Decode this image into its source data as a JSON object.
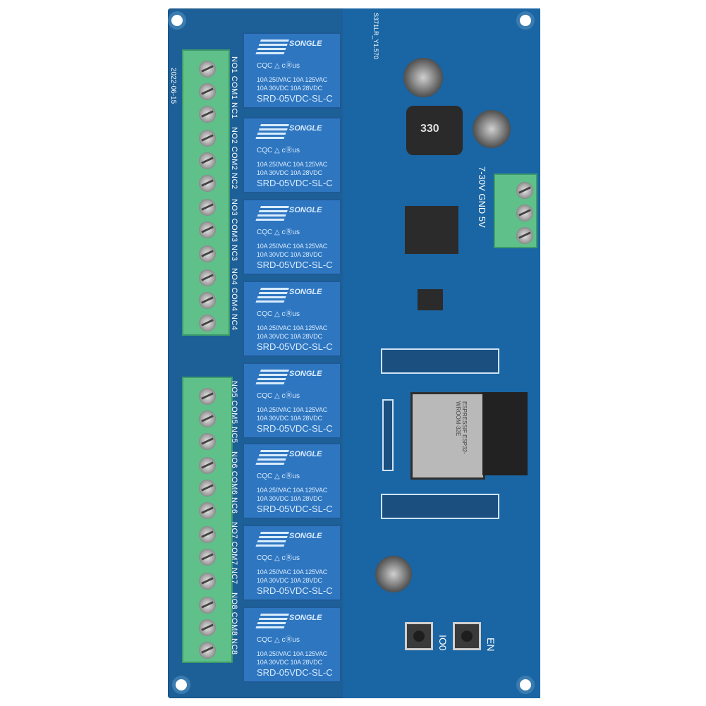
{
  "board": {
    "revision": "S371LR_Y1.570",
    "date": "2022-06-15",
    "input_labels": [
      "7-30V",
      "GND",
      "5V"
    ],
    "button_labels": [
      "IO0",
      "EN"
    ],
    "module": "ESPRESSIF ESP32-WROOM-32E",
    "inductor": "330"
  },
  "relays": [
    {
      "brand": "SONGLE",
      "cert": "CQC △ cⓇus",
      "line1": "10A 250VAC  10A 125VAC",
      "line2": "10A 30VDC  10A 28VDC",
      "model": "SRD-05VDC-SL-C"
    },
    {
      "brand": "SONGLE",
      "cert": "CQC △ cⓇus",
      "line1": "10A 250VAC  10A 125VAC",
      "line2": "10A 30VDC  10A 28VDC",
      "model": "SRD-05VDC-SL-C"
    },
    {
      "brand": "SONGLE",
      "cert": "CQC △ cⓇus",
      "line1": "10A 250VAC  10A 125VAC",
      "line2": "10A 30VDC  10A 28VDC",
      "model": "SRD-05VDC-SL-C"
    },
    {
      "brand": "SONGLE",
      "cert": "CQC △ cⓇus",
      "line1": "10A 250VAC  10A 125VAC",
      "line2": "10A 30VDC  10A 28VDC",
      "model": "SRD-05VDC-SL-C"
    },
    {
      "brand": "SONGLE",
      "cert": "CQC △ cⓇus",
      "line1": "10A 250VAC  10A 125VAC",
      "line2": "10A 30VDC  10A 28VDC",
      "model": "SRD-05VDC-SL-C"
    },
    {
      "brand": "SONGLE",
      "cert": "CQC △ cⓇus",
      "line1": "10A 250VAC  10A 125VAC",
      "line2": "10A 30VDC  10A 28VDC",
      "model": "SRD-05VDC-SL-C"
    },
    {
      "brand": "SONGLE",
      "cert": "CQC △ cⓇus",
      "line1": "10A 250VAC  10A 125VAC",
      "line2": "10A 30VDC  10A 28VDC",
      "model": "SRD-05VDC-SL-C"
    },
    {
      "brand": "SONGLE",
      "cert": "CQC △ cⓇus",
      "line1": "10A 250VAC  10A 125VAC",
      "line2": "10A 30VDC  10A 28VDC",
      "model": "SRD-05VDC-SL-C"
    }
  ],
  "terminal_labels": [
    "NO1 COM1 NC1",
    "NO2 COM2 NC2",
    "NO3 COM3 NC3",
    "NO4 COM4 NC4",
    "NO5 COM5 NC5",
    "NO6 COM6 NC6",
    "NO7 COM7 NC7",
    "NO8 COM8 NC8"
  ],
  "colors": {
    "pcb": "#1d5f97",
    "terminal": "#5fc08a",
    "relay": "#2f76c0"
  }
}
